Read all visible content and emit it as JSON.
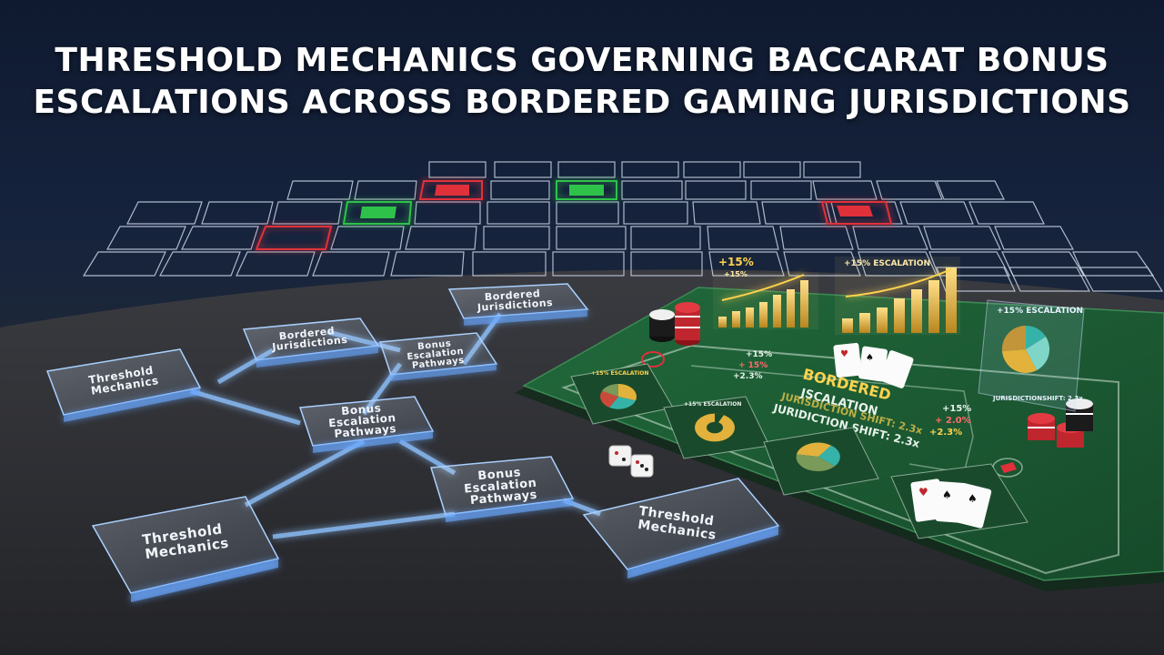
{
  "title": {
    "line1": "THRESHOLD MECHANICS GOVERNING BACCARAT BONUS",
    "line2": "ESCALATIONS ACROSS BORDERED GAMING JURISDICTIONS"
  },
  "colors": {
    "background_top": "#0f1a30",
    "floor": "#2a2b2f",
    "grid_line": "#c9d3e4",
    "cell_red": "#e0303a",
    "cell_green": "#2fc24a",
    "glow": "#6aa8ff",
    "table_felt": "#1f5a34",
    "gold": "#e2b23c"
  },
  "flowchart": {
    "nodes": [
      {
        "id": "n1",
        "label_lines": [
          "Bordered",
          "Jurisdictions"
        ]
      },
      {
        "id": "n2",
        "label_lines": [
          "Bordered",
          "Jurisdictions"
        ]
      },
      {
        "id": "n3",
        "label_lines": [
          "Threshold",
          "Mechanics"
        ]
      },
      {
        "id": "n4",
        "label_lines": [
          "Bonus",
          "Escalation",
          "Pathways"
        ]
      },
      {
        "id": "n5",
        "label_lines": [
          "Bonus",
          "Escalation",
          "Pathways"
        ]
      },
      {
        "id": "n6",
        "label_lines": [
          "Bonus",
          "Escalation",
          "Pathways"
        ]
      },
      {
        "id": "n7",
        "label_lines": [
          "Threshold",
          "Mechanics"
        ]
      },
      {
        "id": "n8",
        "label_lines": [
          "Threshold",
          "Mechanics"
        ]
      }
    ]
  },
  "table": {
    "center_title": "BORDERED",
    "center_subtitle": "JSCALATION",
    "line_faint": "JURISDICTION SHIFT: 2.3x",
    "line_main": "JURIDICTION SHIFT: 2.3x",
    "left_percents": [
      "+15%",
      "+ 15%",
      "+2.3%"
    ],
    "right_percents": [
      "+15%",
      "+ 2.0%",
      "+2.3%"
    ],
    "panel1_label": "+15% ESCALATION",
    "panel2_label": "+15% ESCALATION"
  },
  "holograms": {
    "chart1_top": "+15%",
    "chart1_sub": "+15%",
    "chart2_label": "+15% ESCALATION",
    "panel_label": "+15% ESCALATION",
    "panel_footer": "JURISDICTIONSHIFT: 2.3x"
  }
}
